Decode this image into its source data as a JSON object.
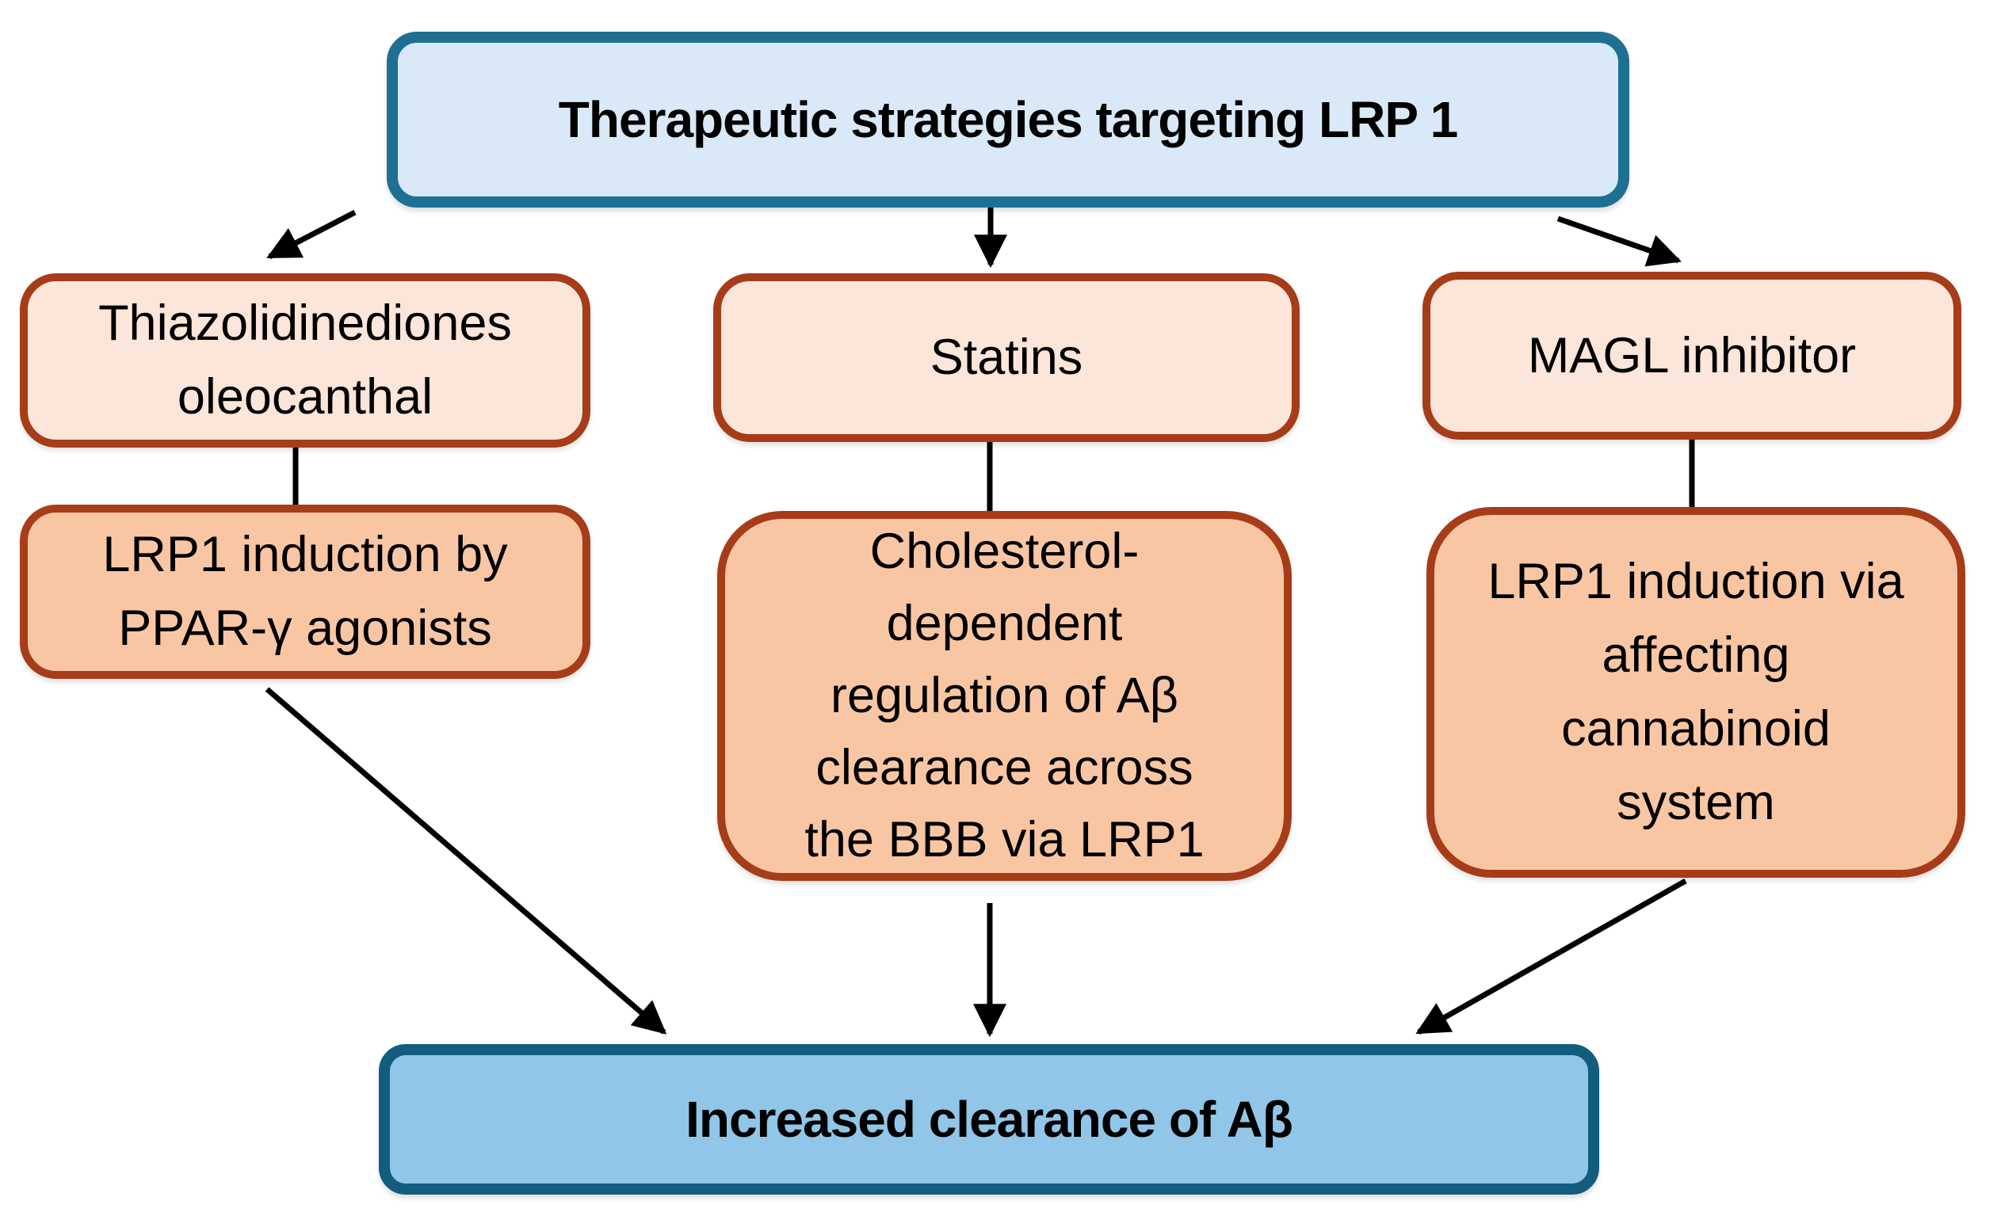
{
  "figure": {
    "type": "flowchart",
    "title_box": "Therapeutic strategies targeting LRP 1",
    "outcome_box": "Increased clearance of Aβ",
    "branches": [
      {
        "strategy": "Thiazolidinediones\noleocanthal",
        "mechanism": "LRP1 induction by\nPPAR-γ agonists"
      },
      {
        "strategy": "Statins",
        "mechanism": "Cholesterol-\ndependent\nregulation of Aβ\nclearance across\nthe BBB via LRP1"
      },
      {
        "strategy": "MAGL inhibitor",
        "mechanism": "LRP1 induction via\naffecting\ncannabinoid\nsystem"
      }
    ],
    "colors": {
      "title_fill": "#d9e9f7",
      "title_border": "#1e7093",
      "outcome_fill": "#91c6e8",
      "outcome_border": "#125d7e",
      "strategy_fill": "#fce5d9",
      "mechanism_fill": "#f9c6a4",
      "branch_border": "#a63d18",
      "arrow": "#000000",
      "text": "#000000"
    }
  }
}
